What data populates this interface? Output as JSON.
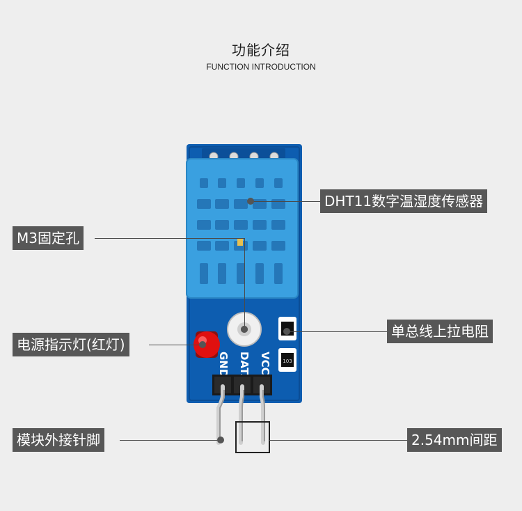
{
  "header": {
    "title_cn": "功能介绍",
    "title_en": "FUNCTION INTRODUCTION"
  },
  "callouts": {
    "sensor": "DHT11数字温湿度传感器",
    "mount_hole": "M3固定孔",
    "pullup_resistor": "单总线上拉电阻",
    "power_led": "电源指示灯(红灯)",
    "pin_header": "模块外接针脚",
    "pitch": "2.54mm间距"
  },
  "board": {
    "pin_labels": [
      "GND",
      "DATA",
      "VCC"
    ],
    "pcb_color": "#0d5db0",
    "sensor_color": "#3aa0e0",
    "led_color": "#e01010"
  }
}
